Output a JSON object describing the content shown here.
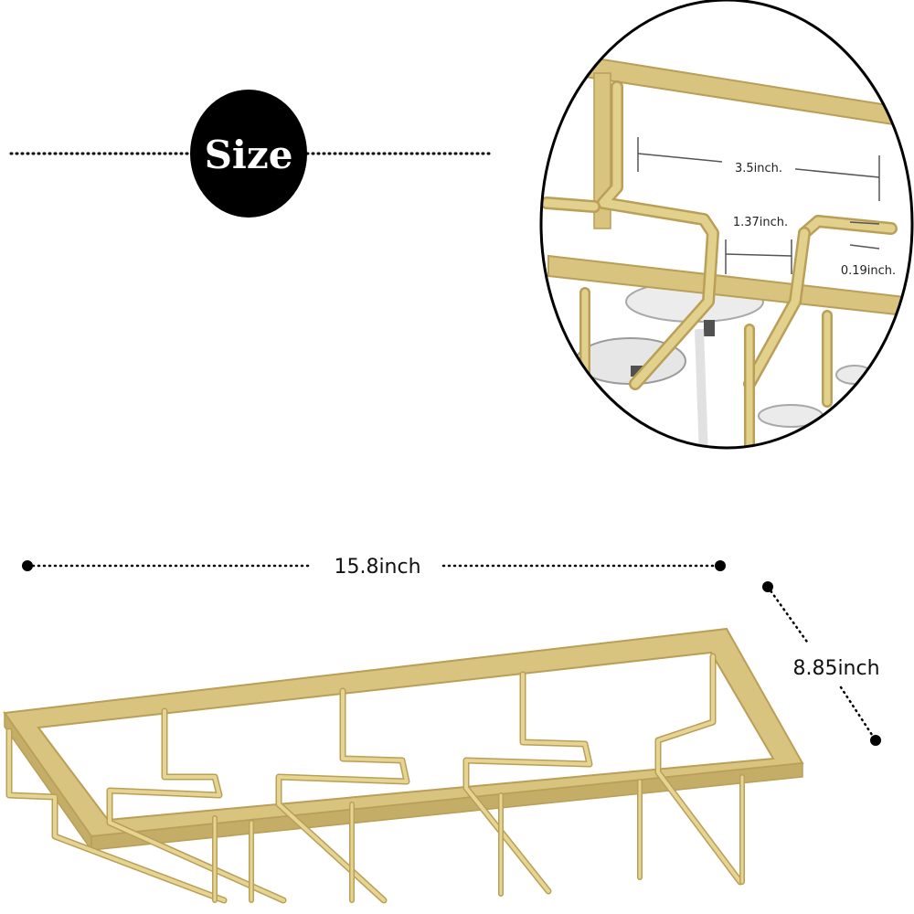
{
  "badge": {
    "label": "Size"
  },
  "dimensions": {
    "width": "15.8inch",
    "depth": "8.85inch"
  },
  "detail": {
    "slot_spacing": "3.5inch.",
    "slot_opening": "1.37inch.",
    "rod_thickness": "0.19inch."
  },
  "colors": {
    "gold": "#d8c37f",
    "gold_dark": "#b99f57",
    "gold_light": "#eadfa9",
    "ink": "#000000"
  }
}
